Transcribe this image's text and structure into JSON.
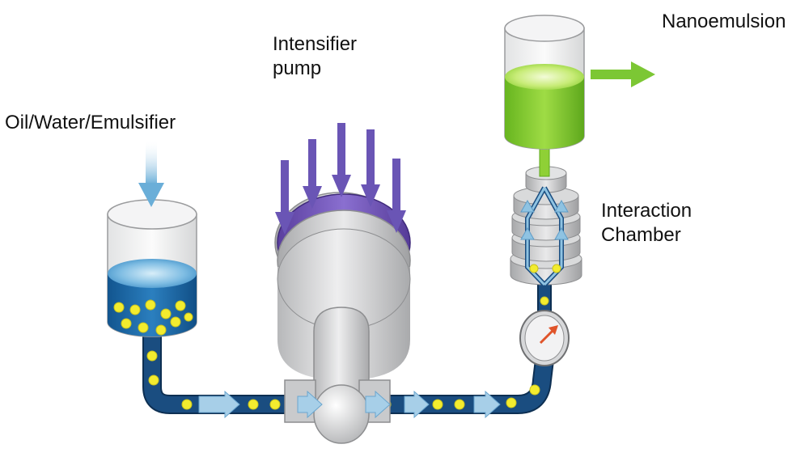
{
  "labels": {
    "feed": "Oil/Water/Emulsifier",
    "pump_line1": "Intensifier",
    "pump_line2": "pump",
    "product": "Nanoemulsion",
    "chamber_line1": "Interaction",
    "chamber_line2": "Chamber"
  },
  "colors": {
    "tube_dark": "#1a4d80",
    "droplet": "#f3ec2f",
    "feed_liquid": "#1f6aa5",
    "product_liquid": "#7cc734",
    "pressure_arrow": "#6a55b5",
    "pump_band": "#6a4fb3",
    "flow_arrow": "#8fc3e2",
    "gauge_needle": "#e0542a",
    "body_grey": "#cfd0d2"
  },
  "icons": {
    "feed_vessel": "cylinder-vessel-icon",
    "product_vessel": "cylinder-vessel-icon",
    "pump": "intensifier-pump-icon",
    "chamber": "interaction-chamber-icon",
    "gauge": "pressure-gauge-icon"
  }
}
